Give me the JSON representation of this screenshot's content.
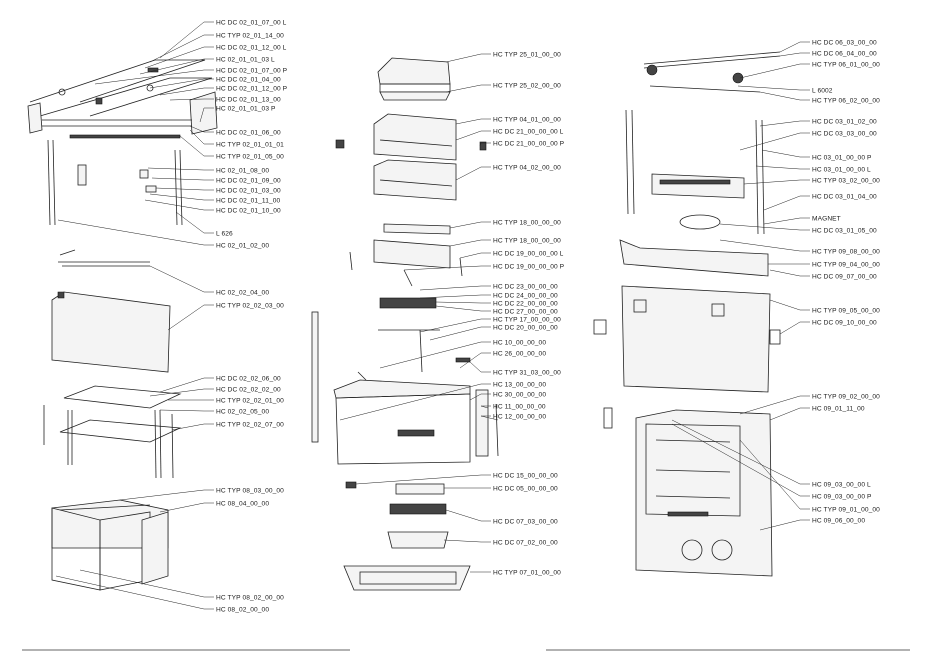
{
  "left_column": [
    "HC DC 02_01_07_00 L",
    "HC TYP 02_01_14_00",
    "HC DC 02_01_12_00 L",
    "HC 02_01_01_03 L",
    "HC DC 02_01_07_00 P",
    "HC DC 02_01_04_00",
    "HC DC 02_01_12_00 P",
    "HC DC 02_01_13_00",
    "HC 02_01_01_03 P",
    "HC DC 02_01_06_00",
    "HC TYP 02_01_01_01",
    "HC TYP 02_01_05_00",
    "HC 02_01_08_00",
    "HC DC 02_01_09_00",
    "HC DC 02_01_03_00",
    "HC DC 02_01_11_00",
    "HC DC 02_01_10_00",
    "L 626",
    "HC 02_01_02_00",
    "HC 02_02_04_00",
    "HC TYP 02_02_03_00",
    "HC DC 02_02_06_00",
    "HC DC 02_02_02_00",
    "HC TYP 02_02_01_00",
    "HC 02_02_05_00",
    "HC TYP 02_02_07_00",
    "HC TYP 08_03_00_00",
    "HC 08_04_00_00",
    "HC TYP 08_02_00_00",
    "HC 08_02_00_00"
  ],
  "middle_column": [
    "HC TYP 25_01_00_00",
    "HC TYP 25_02_00_00",
    "HC TYP 04_01_00_00",
    "HC DC 21_00_00_00 L",
    "HC DC 21_00_00_00 P",
    "HC TYP 04_02_00_00",
    "HC TYP 18_00_00_00",
    "HC TYP 18_00_00_00",
    "HC DC 19_00_00_00 L",
    "HC DC 19_00_00_00 P",
    "HC DC 23_00_00_00",
    "HC DC 24_00_00_00",
    "HC DC 22_00_00_00",
    "HC DC 27_00_00_00",
    "HC TYP 17_00_00_00",
    "HC DC 20_00_00_00",
    "HC 10_00_00_00",
    "HC 26_00_00_00",
    "HC TYP 31_03_00_00",
    "HC 13_00_00_00",
    "HC 30_00_00_00",
    "HC 11_00_00_00",
    "HC 12_00_00_00",
    "HC DC 15_00_00_00",
    "HC DC 05_00_00_00",
    "HC DC 07_03_00_00",
    "HC DC 07_02_00_00",
    "HC TYP 07_01_00_00"
  ],
  "right_column": [
    "HC DC 06_03_00_00",
    "HC DC 06_04_00_00",
    "HC TYP 06_01_00_00",
    "L 6002",
    "HC TYP 06_02_00_00",
    "HC DC 03_01_02_00",
    "HC DC 03_03_00_00",
    "HC 03_01_00_00 P",
    "HC 03_01_00_00 L",
    "HC TYP 03_02_00_00",
    "HC DC 03_01_04_00",
    "MAGNET",
    "HC DC 03_01_05_00",
    "HC TYP 09_08_00_00",
    "HC TYP 09_04_00_00",
    "HC DC 09_07_00_00",
    "HC TYP 09_05_00_00",
    "HC DC 09_10_00_00",
    "HC TYP 09_02_00_00",
    "HC 09_01_11_00",
    "HC 09_03_00_00 L",
    "HC 09_03_00_00 P",
    "HC TYP 09_01_00_00",
    "HC 09_06_00_00"
  ]
}
